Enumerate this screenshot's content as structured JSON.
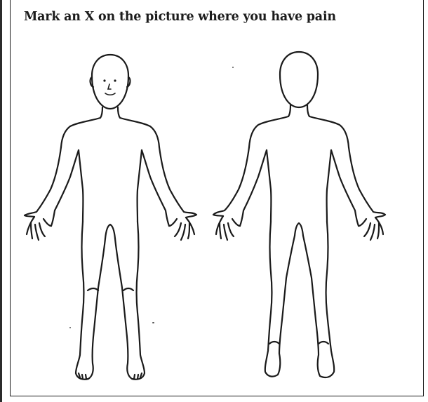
{
  "instruction": "Mark an X on the picture where you have pain",
  "figures": [
    {
      "view": "front",
      "icon": "body-front-icon"
    },
    {
      "view": "back",
      "icon": "body-back-icon"
    }
  ],
  "colors": {
    "ink": "#1c1c1c",
    "paper": "#ffffff"
  }
}
